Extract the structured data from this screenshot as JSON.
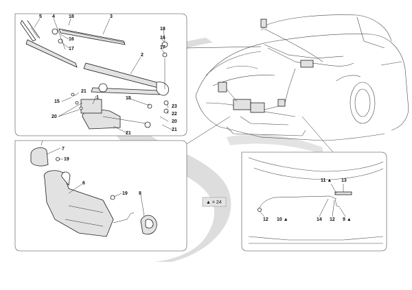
{
  "legend": {
    "text": "▲ = 24"
  },
  "labels": {
    "p5": "5",
    "p4": "4",
    "p18a": "18",
    "p3": "3",
    "p16a": "16",
    "p17a": "17",
    "p2": "2",
    "p21a": "21",
    "p15a": "15",
    "p1": "1",
    "p20a": "20",
    "p15b": "15",
    "p22": "22",
    "p23": "23",
    "p20b": "20",
    "p21b": "21",
    "p21c": "21",
    "p18b": "18",
    "p16b": "16",
    "p17b": "17",
    "p7": "7",
    "p19a": "19",
    "p6": "6",
    "p19b": "19",
    "p8": "8",
    "p11": "11 ▲",
    "p13": "13",
    "p12a": "12",
    "p10": "10 ▲",
    "p14": "14",
    "p12b": "12",
    "p9": "9 ▲"
  },
  "colors": {
    "watermark": "#d6d6d6",
    "panel_border": "#777777",
    "line": "#222222"
  }
}
